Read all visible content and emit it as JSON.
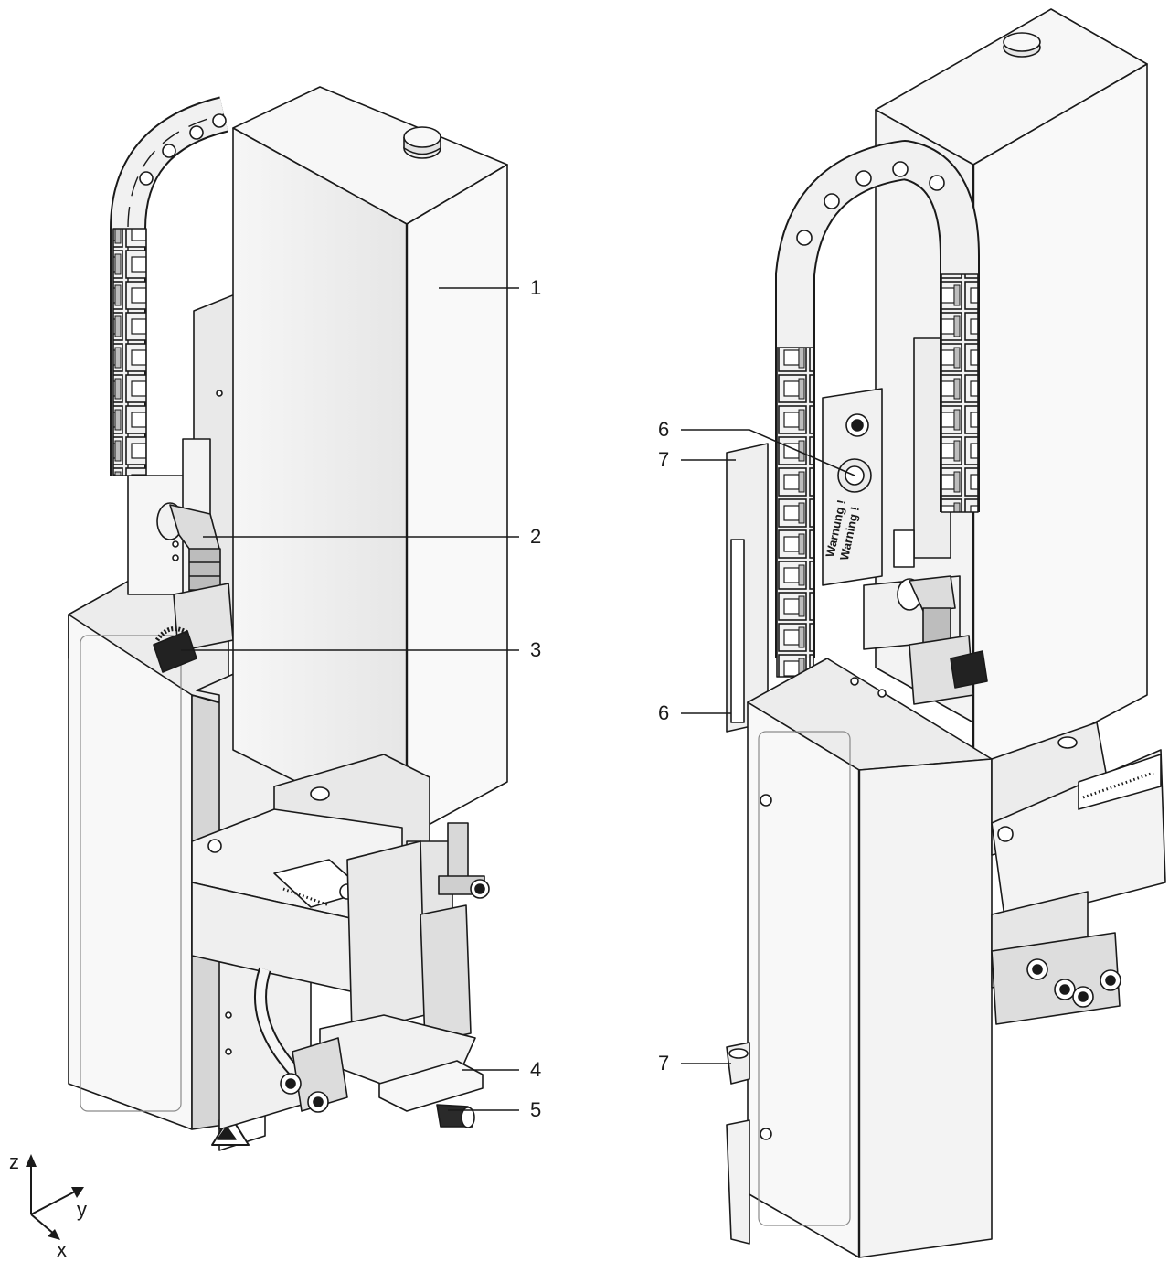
{
  "callouts": {
    "c1": "1",
    "c2": "2",
    "c3": "3",
    "c4": "4",
    "c5": "5",
    "c6a": "6",
    "c7a": "7",
    "c6b": "6",
    "c7b": "7"
  },
  "axes": {
    "z": "z",
    "y": "y",
    "x": "x"
  },
  "warning_label": {
    "line1": "Warnung !",
    "line2": "Warning !"
  },
  "colors": {
    "line": "#1a1a1a",
    "light_face": "#f4f4f4",
    "mid_face": "#d9d9d9",
    "dark_face": "#9a9a9a",
    "black": "#111111"
  }
}
